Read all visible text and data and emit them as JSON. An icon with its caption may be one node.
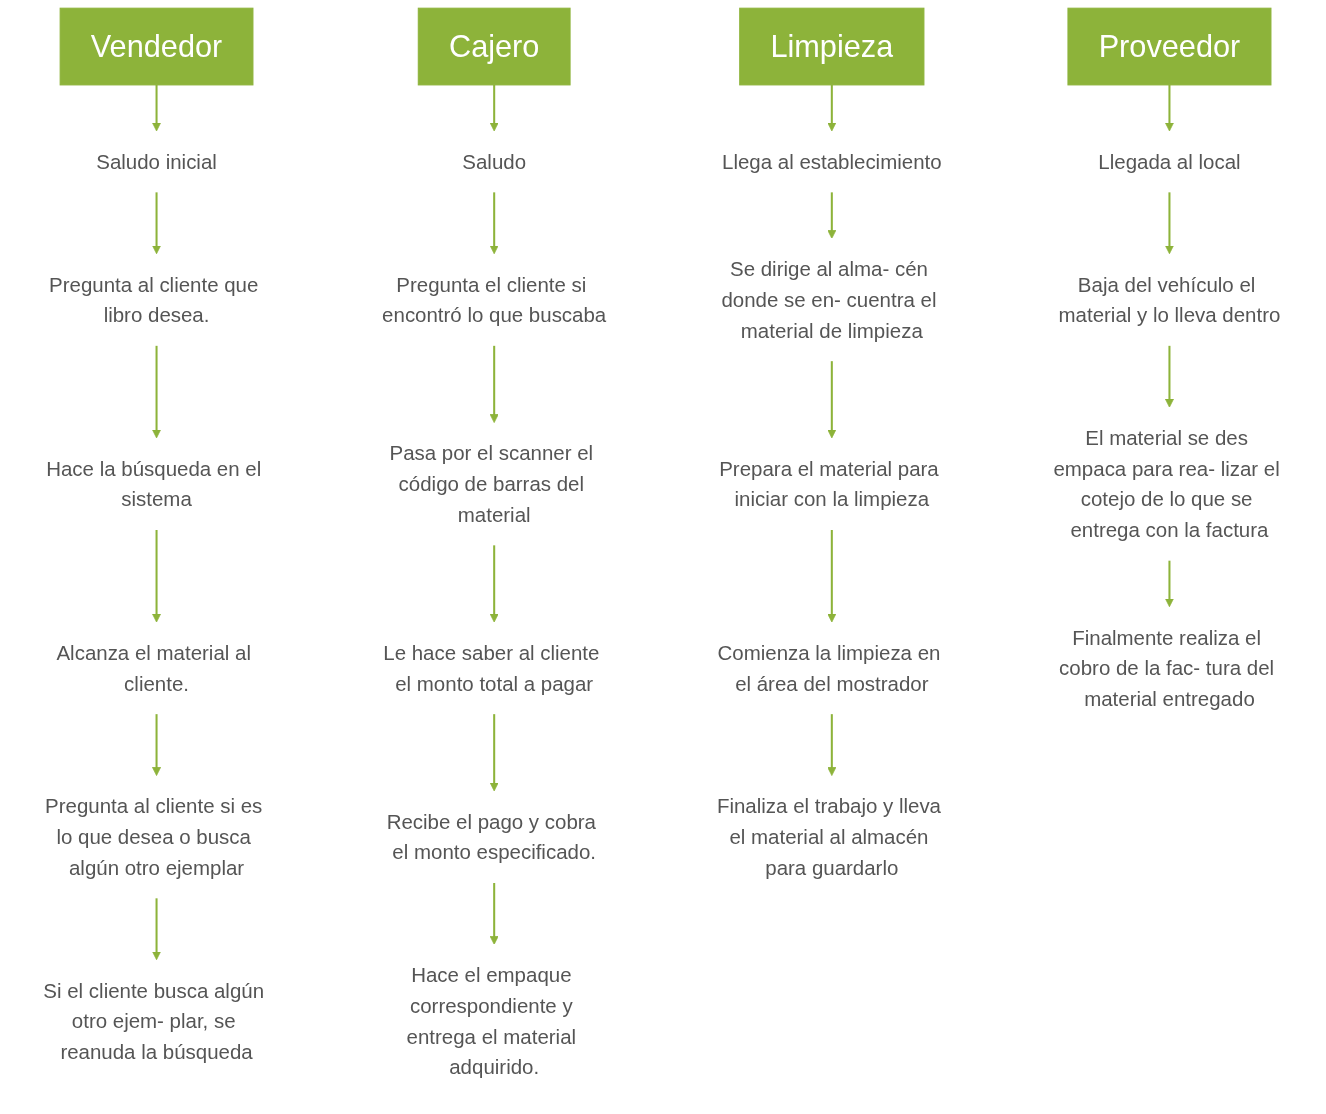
{
  "diagram": {
    "nodes": [
      {
        "text": [
          "Vendedor"
        ]
      },
      {
        "text": [
          "Saludo inicial"
        ]
      },
      {
        "text": [
          "Pregunta al cliente que libro desea."
        ]
      },
      {
        "text": [
          "Hace la búsqueda en el sistema"
        ]
      },
      {
        "text": [
          "Alcanza el material al cliente."
        ]
      },
      {
        "text": [
          "Pregunta al cliente si es lo que desea o busca algún otro ejemplar"
        ]
      },
      {
        "text": [
          "Si el cliente busca algún otro ejem- plar, se reanuda la búsqueda"
        ]
      },
      {
        "text": [
          "Cajero"
        ]
      },
      {
        "text": [
          "Saludo"
        ]
      },
      {
        "text": [
          "Pregunta el cliente si encontró lo que buscaba"
        ]
      },
      {
        "text": [
          "Pasa por el scanner el código de barras del material"
        ]
      },
      {
        "text": [
          "Le hace saber al cliente el monto total a pagar"
        ]
      },
      {
        "text": [
          "Recibe el pago y cobra el monto especificado."
        ]
      },
      {
        "text": [
          "Hace el empaque correspondiente y entrega el material adquirido."
        ]
      },
      {
        "text": [
          "Limpieza"
        ]
      },
      {
        "text": [
          "Llega al establecimiento"
        ]
      },
      {
        "text": [
          "Se dirige al alma- cén donde se en- cuentra el material de limpieza"
        ]
      },
      {
        "text": [
          "Prepara el material para iniciar con la limpieza"
        ]
      },
      {
        "text": [
          "Comienza la limpieza en el área del mostrador"
        ]
      },
      {
        "text": [
          "Finaliza el trabajo y lleva el material al almacén para guardarlo"
        ]
      },
      {
        "text": [
          "Proveedor"
        ]
      },
      {
        "text": [
          "Llegada al local"
        ]
      },
      {
        "text": [
          "Baja del vehículo el material y lo lleva dentro"
        ]
      },
      {
        "text": [
          "El material se des empaca para rea- lizar el cotejo de lo que se entrega con la factura"
        ]
      },
      {
        "text": [
          "Finalmente realiza el cobro de la fac- tura del material entregado"
        ]
      }
    ],
    "edges": [
      {
        "from": 0,
        "to": 1,
        "arrow": "to"
      },
      {
        "from": 1,
        "to": 2,
        "arrow": "to"
      },
      {
        "from": 2,
        "to": 3,
        "arrow": "to"
      },
      {
        "from": 3,
        "to": 4,
        "arrow": "to"
      },
      {
        "from": 4,
        "to": 5,
        "arrow": "to"
      },
      {
        "from": 5,
        "to": 6,
        "arrow": "to"
      },
      {
        "from": 7,
        "to": 8,
        "arrow": "to"
      },
      {
        "from": 8,
        "to": 9,
        "arrow": "to"
      },
      {
        "from": 9,
        "to": 10,
        "arrow": "to"
      },
      {
        "from": 10,
        "to": 11,
        "arrow": "to"
      },
      {
        "from": 11,
        "to": 12,
        "arrow": "to"
      },
      {
        "from": 12,
        "to": 13,
        "arrow": "to"
      },
      {
        "from": 14,
        "to": 15,
        "arrow": "to"
      },
      {
        "from": 15,
        "to": 16,
        "arrow": "to"
      },
      {
        "from": 16,
        "to": 17,
        "arrow": "to"
      },
      {
        "from": 17,
        "to": 18,
        "arrow": "to"
      },
      {
        "from": 18,
        "to": 19,
        "arrow": "to"
      },
      {
        "from": 20,
        "to": 21,
        "arrow": "to"
      },
      {
        "from": 21,
        "to": 22,
        "arrow": "to"
      },
      {
        "from": 22,
        "to": 23,
        "arrow": "to"
      },
      {
        "from": 23,
        "to": 24,
        "arrow": "to"
      }
    ]
  }
}
